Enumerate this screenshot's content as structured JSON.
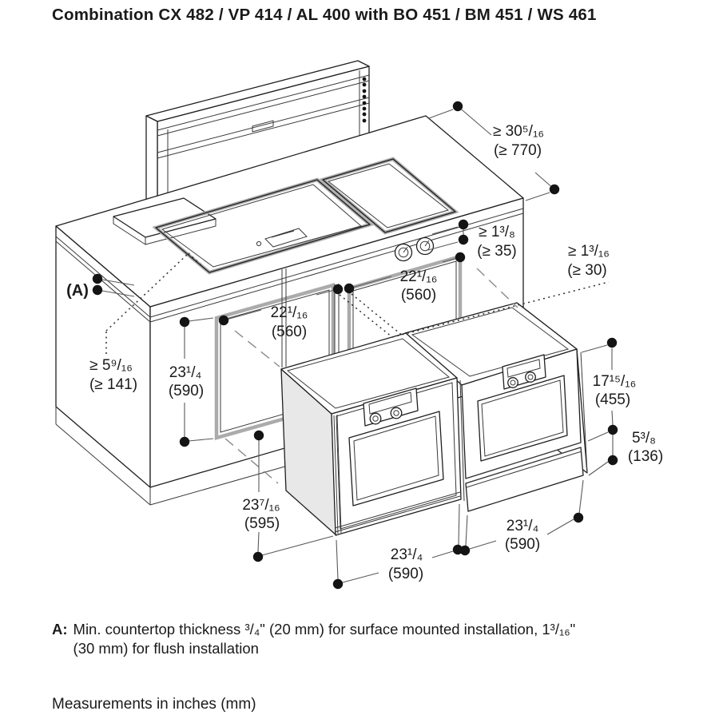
{
  "title": "Combination CX 482 / VP 414 / AL 400 with BO 451 / BM 451 / WS 461",
  "colors": {
    "ink": "#1a1a1a",
    "frame_gray": "#ababab",
    "shade_gray": "#e8e8e8"
  },
  "diagram": {
    "labels": {
      "countertop_marker": "(A)"
    },
    "dims": {
      "depth770": {
        "in": "≥ 30⁵/₁₆",
        "mm": "(≥ 770)"
      },
      "gap35": {
        "in": "≥ 1³/₈",
        "mm": "(≥ 35)"
      },
      "gap30": {
        "in": "≥ 1³/₁₆",
        "mm": "(≥ 30)"
      },
      "width560_left": {
        "in": "22¹/₁₆",
        "mm": "(560)"
      },
      "width560_right": {
        "in": "22¹/₁₆",
        "mm": "(560)"
      },
      "height590": {
        "in": "23¹/₄",
        "mm": "(590)"
      },
      "edge141": {
        "in": "≥ 5⁹/₁₆",
        "mm": "(≥ 141)"
      },
      "depth595": {
        "in": "23⁷/₁₆",
        "mm": "(595)"
      },
      "width590_left_oven": {
        "in": "23¹/₄",
        "mm": "(590)"
      },
      "width590_right_oven": {
        "in": "23¹/₄",
        "mm": "(590)"
      },
      "height455": {
        "in": "17¹⁵/₁₆",
        "mm": "(455)"
      },
      "height136": {
        "in": "5³/₈",
        "mm": "(136)"
      }
    }
  },
  "notes": {
    "a_label": "A:",
    "a_line1": "Min. countertop thickness ³/₄\" (20 mm) for surface mounted installation, 1³/₁₆\"",
    "a_line2": "(30 mm) for flush installation",
    "footer": "Measurements in inches (mm)"
  }
}
